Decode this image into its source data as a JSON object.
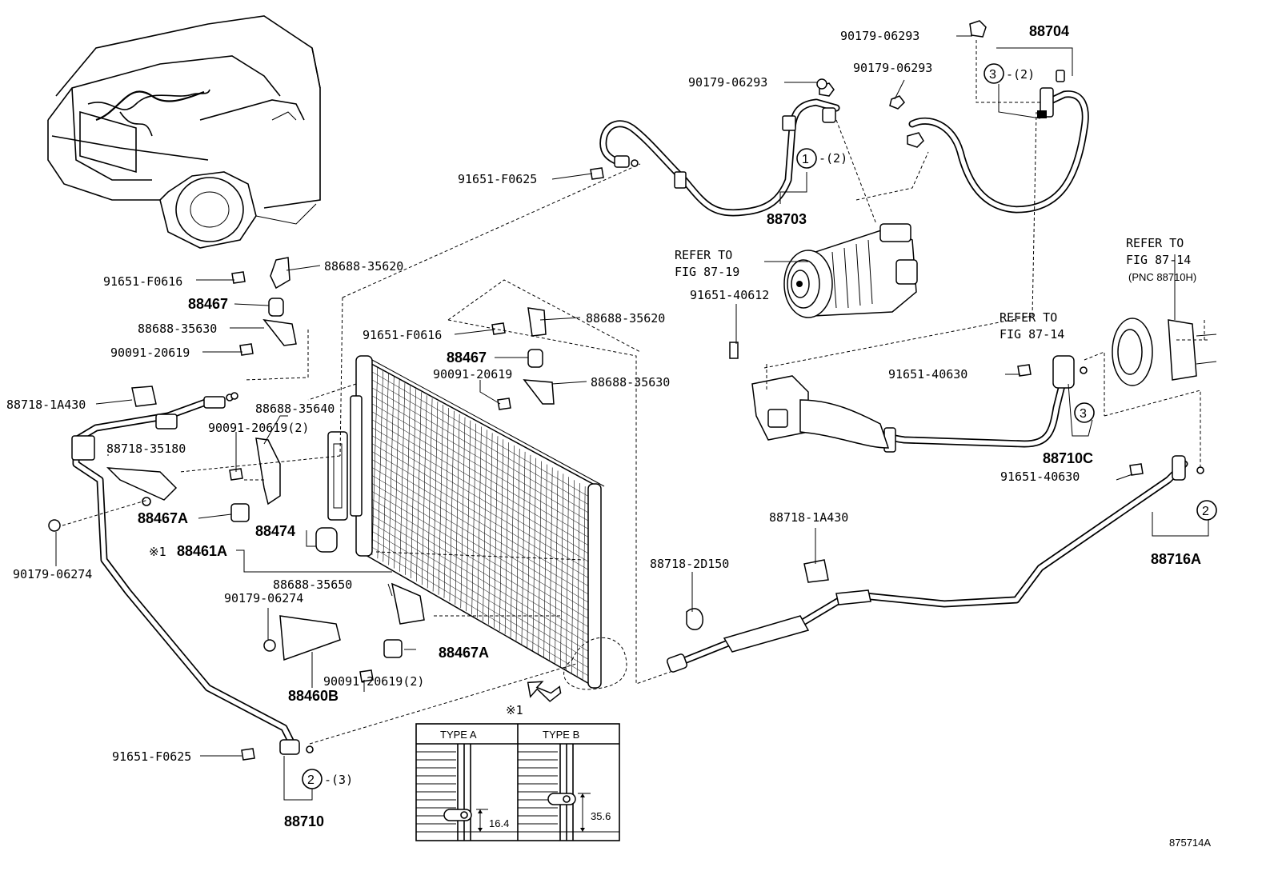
{
  "diagram_id": "875714A",
  "refs": {
    "fig_87_19": [
      "REFER TO",
      "FIG 87-19"
    ],
    "fig_87_14_a": [
      "REFER TO",
      "FIG 87-14",
      "(PNC 88710H)"
    ],
    "fig_87_14_b": [
      "REFER TO",
      "FIG 87-14"
    ]
  },
  "labels": {
    "p88704": "88704",
    "p90179_06293_a": "90179-06293",
    "p90179_06293_b": "90179-06293",
    "p90179_06293_c": "90179-06293",
    "p91651_f0625_top": "91651-F0625",
    "p88703": "88703",
    "p91651_f0616_a": "91651-F0616",
    "p88688_35620_a": "88688-35620",
    "p88467_a": "88467",
    "p88688_35630_a": "88688-35630",
    "p90091_20619_a": "90091-20619",
    "p91651_f0616_b": "91651-F0616",
    "p88688_35620_b": "88688-35620",
    "p88467_b": "88467",
    "p90091_20619_b": "90091-20619",
    "p88688_35630_b": "88688-35630",
    "p88718_1a430_a": "88718-1A430",
    "p88688_35640": "88688-35640",
    "p90091_20619_2_a": "90091-20619(2)",
    "p88718_35180": "88718-35180",
    "p88467a_a": "88467A",
    "p88474": "88474",
    "p88461a": "88461A",
    "mark1": "※1",
    "p90179_06274_a": "90179-06274",
    "p88688_35650": "88688-35650",
    "p90179_06274_b": "90179-06274",
    "p88467a_b": "88467A",
    "p88460b": "88460B",
    "p90091_20619_2_b": "90091-20619(2)",
    "p91651_f0625_bottom": "91651-F0625",
    "p88710": "88710",
    "p91651_40612": "91651-40612",
    "p91651_40630_a": "91651-40630",
    "p88710c": "88710C",
    "p91651_40630_b": "91651-40630",
    "p88716a": "88716A",
    "p88718_1a430_b": "88718-1A430",
    "p88718_2d150": "88718-2D150",
    "qty_2": "-(2)",
    "qty_2b": "-(2)",
    "qty_3": "-(3)",
    "c1": "1",
    "c2a": "2",
    "c2b": "2",
    "c3a": "3",
    "c3b": "3"
  },
  "detail": {
    "mark": "※1",
    "type_a": "TYPE A",
    "type_b": "TYPE B",
    "dim_a": "16.4",
    "dim_b": "35.6"
  }
}
